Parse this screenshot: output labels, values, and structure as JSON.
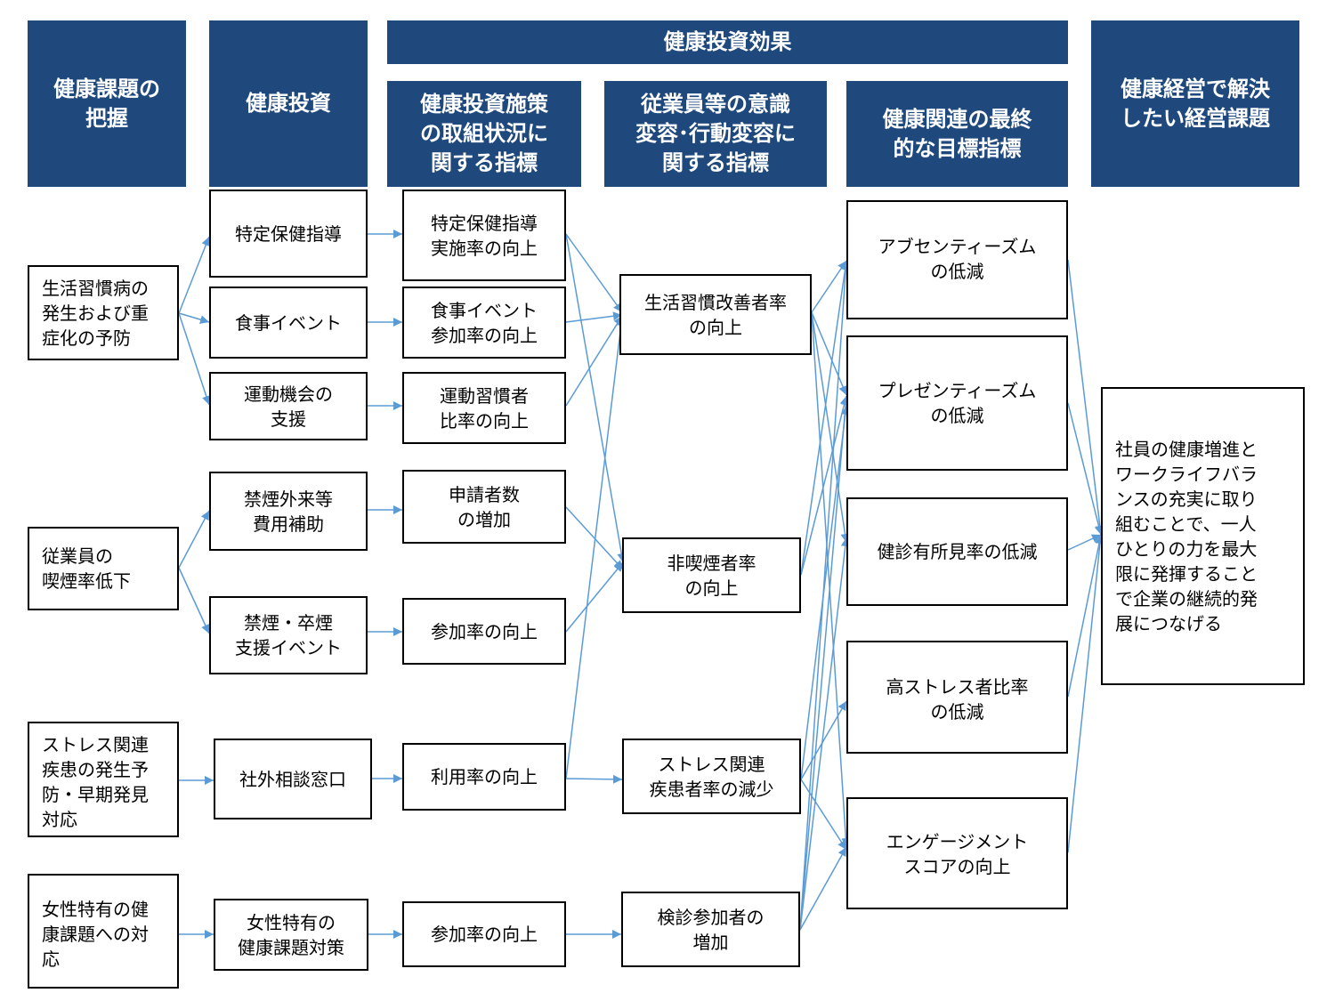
{
  "headers": {
    "issues": "健康課題の\n把握",
    "investment": "健康投資",
    "effect": "健康投資効果",
    "measures": "健康投資施策\nの取組状況に\n関する指標",
    "awareness": "従業員等の意識\n変容･行動変容に\n関する指標",
    "final": "健康関連の最終\n的な目標指標",
    "management": "健康経営で解決\nしたい経営課題"
  },
  "issues": [
    "生活習慣病の\n発生および重\n症化の予防",
    "従業員の\n喫煙率低下",
    "ストレス関連\n疾患の発生予\n防・早期発見\n対応",
    "女性特有の健\n康課題への対\n応"
  ],
  "investments": [
    "特定保健指導",
    "食事イベント",
    "運動機会の\n支援",
    "禁煙外来等\n費用補助",
    "禁煙・卒煙\n支援イベント",
    "社外相談窓口",
    "女性特有の\n健康課題対策"
  ],
  "measures": [
    "特定保健指導\n実施率の向上",
    "食事イベント\n参加率の向上",
    "運動習慣者\n比率の向上",
    "申請者数\nの増加",
    "参加率の向上",
    "利用率の向上",
    "参加率の向上"
  ],
  "awareness": [
    "生活習慣改善者率\nの向上",
    "非喫煙者率\nの向上",
    "ストレス関連\n疾患者率の減少",
    "検診参加者の\n増加"
  ],
  "finals": [
    "アブセンティーズム\nの低減",
    "プレゼンティーズム\nの低減",
    "健診有所見率の低減",
    "高ストレス者比率\nの低減",
    "エンゲージメント\nスコアの向上"
  ],
  "goal": "社員の健康増進と\nワークライフバラ\nンスの充実に取り\n組むことで、一人\nひとりの力を最大\n限に発揮すること\nで企業の継続的発\n展につなげる",
  "colors": {
    "header": "#1f497d",
    "arrow": "#5b9bd5"
  }
}
